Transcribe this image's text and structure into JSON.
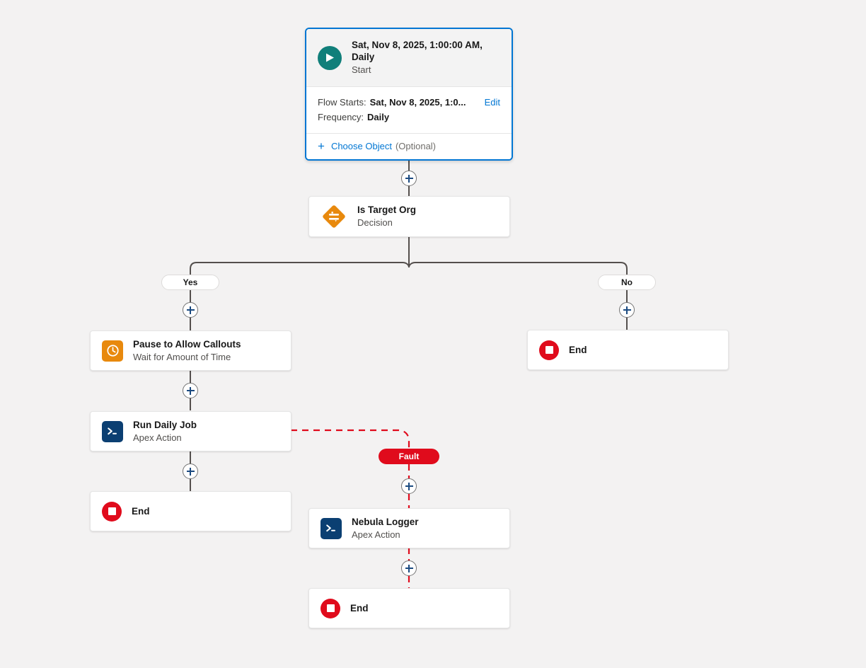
{
  "canvas": {
    "background": "#f3f2f2"
  },
  "colors": {
    "selected_border": "#0176d3",
    "link": "#0176d3",
    "start_icon": "#107f7a",
    "decision_icon": "#e8890d",
    "pause_icon": "#e8890d",
    "apex_icon": "#0b3f72",
    "end_icon": "#e00b1c",
    "fault": "#e00b1c",
    "connector": "#544f4d"
  },
  "start_node": {
    "icon": "play-icon",
    "title": "Sat, Nov 8, 2025, 1:00:00 AM, Daily",
    "subtitle": "Start",
    "fields": [
      {
        "label": "Flow Starts:",
        "value": "Sat, Nov 8, 2025, 1:0...",
        "action": "Edit"
      },
      {
        "label": "Frequency:",
        "value": "Daily",
        "action": ""
      }
    ],
    "footer": {
      "plus": "+",
      "link": "Choose Object",
      "optional": "(Optional)"
    }
  },
  "nodes": [
    {
      "id": "decision",
      "icon": "decision-icon",
      "title": "Is Target Org",
      "subtitle": "Decision"
    },
    {
      "id": "pause",
      "icon": "clock-icon",
      "title": "Pause to Allow Callouts",
      "subtitle": "Wait for Amount of Time"
    },
    {
      "id": "run-daily-job",
      "icon": "apex-terminal-icon",
      "title": "Run Daily Job",
      "subtitle": "Apex Action"
    },
    {
      "id": "end-yes",
      "icon": "end-stop-icon",
      "title": "End",
      "subtitle": ""
    },
    {
      "id": "end-no",
      "icon": "end-stop-icon",
      "title": "End",
      "subtitle": ""
    },
    {
      "id": "nebula-logger",
      "icon": "apex-terminal-icon",
      "title": "Nebula Logger",
      "subtitle": "Apex Action"
    },
    {
      "id": "end-fault",
      "icon": "end-stop-icon",
      "title": "End",
      "subtitle": ""
    }
  ],
  "branches": {
    "yes_label": "Yes",
    "no_label": "No",
    "fault_label": "Fault"
  },
  "connectors": {
    "add_element_label": "+"
  }
}
